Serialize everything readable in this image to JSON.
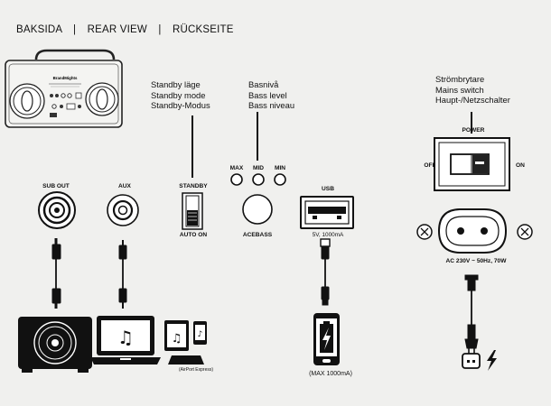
{
  "header": {
    "title_sv": "BAKSIDA",
    "sep1": "|",
    "title_en": "REAR VIEW",
    "sep2": "|",
    "title_de": "RÜCKSEITE"
  },
  "standby": {
    "heading": [
      "Standby läge",
      "Standby mode",
      "Standby-Modus"
    ],
    "top": "STANDBY",
    "bottom": "AUTO ON"
  },
  "bass": {
    "heading": [
      "Basnivå",
      "Bass level",
      "Bass niveau"
    ],
    "max": "MAX",
    "mid": "MID",
    "min": "MIN",
    "acebass": "ACEBASS"
  },
  "mains": {
    "heading": [
      "Strömbrytare",
      "Mains switch",
      "Haupt-/Netzschalter"
    ],
    "power": "POWER",
    "off": "OFF",
    "on": "ON",
    "spec": "AC 230V ~ 50Hz, 70W"
  },
  "ports": {
    "sub_out": "SUB OUT",
    "aux": "AUX",
    "usb": "USB",
    "usb_spec": "5V, 1000mA"
  },
  "devices": {
    "airport": "(AirPort Express)",
    "phone_note": "(MAX 1000mA)"
  },
  "radio_brand": "BrandMights"
}
